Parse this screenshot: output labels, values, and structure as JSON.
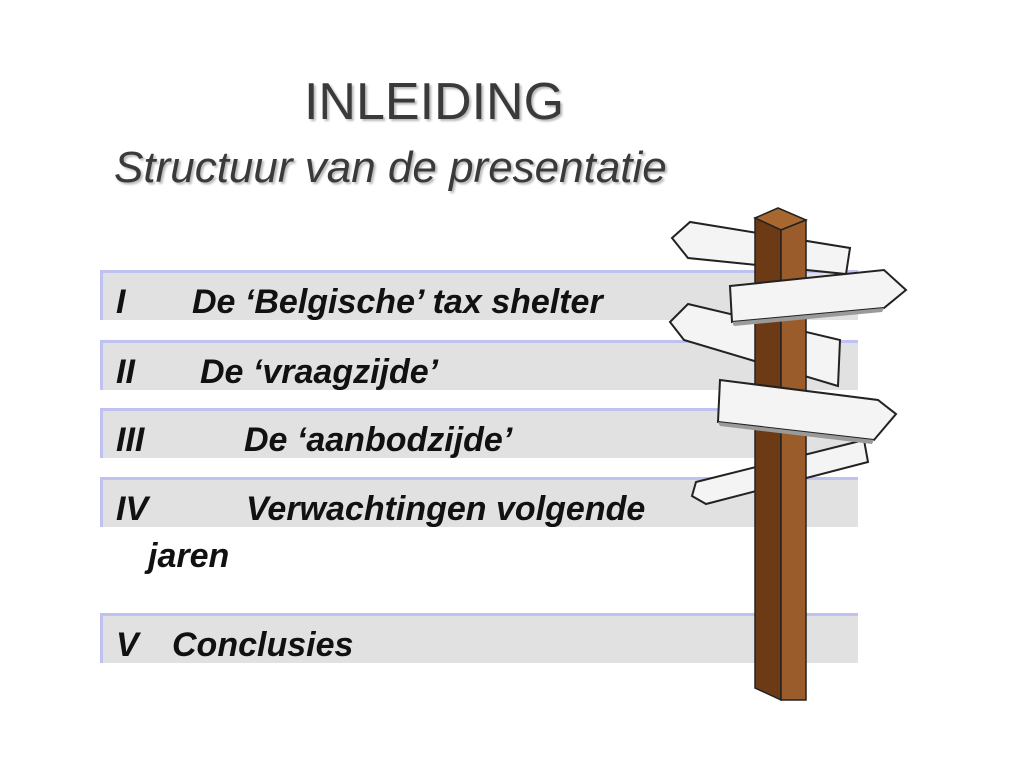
{
  "slide": {
    "title": "INLEIDING",
    "subtitle": "Structuur van de presentatie"
  },
  "items": [
    {
      "numeral": "I",
      "label": "De ‘Belgische’ tax shelter"
    },
    {
      "numeral": "II",
      "label": "De ‘vraagzijde’"
    },
    {
      "numeral": "III",
      "label": "De ‘aanbodzijde’"
    },
    {
      "numeral": "IV",
      "label": "Verwachtingen volgende",
      "continuation": "jaren"
    },
    {
      "numeral": "V",
      "label": "Conclusies"
    }
  ],
  "colors": {
    "bar_fill": "#e1e1e1",
    "bar_border": "#bfc2f0",
    "post": "#8a4f22",
    "sign": "#f4f4f4"
  },
  "icons": {
    "signpost": "signpost-icon"
  }
}
